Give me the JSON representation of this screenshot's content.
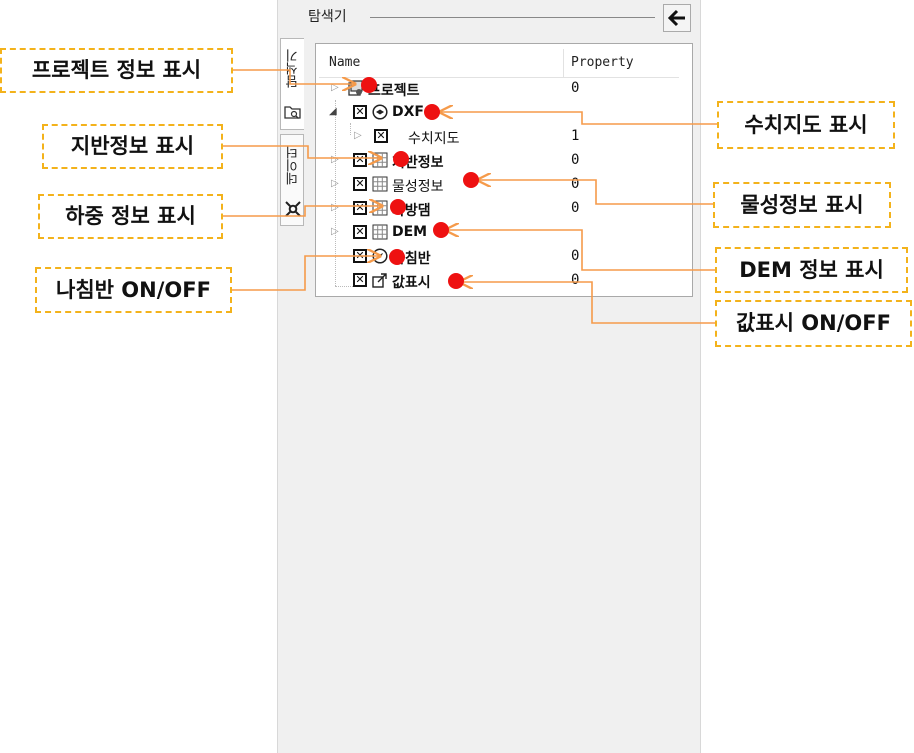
{
  "panel": {
    "title": "탐색기",
    "back_icon": "arrow-left-icon",
    "tabs": [
      {
        "label": "탐색기",
        "icon": "folder-search-icon",
        "active": true
      },
      {
        "label": "데이터",
        "icon": "network-node-icon",
        "active": false
      }
    ]
  },
  "tree": {
    "columns": [
      "Name",
      "Property"
    ],
    "rows": [
      {
        "name": "프로젝트",
        "property": "0",
        "icon": "project-icon"
      },
      {
        "name": "DXF",
        "property": "",
        "icon": "layer-icon"
      },
      {
        "name": "수치지도",
        "property": "1",
        "icon": ""
      },
      {
        "name": "지반정보",
        "property": "0",
        "icon": "grid-icon"
      },
      {
        "name": "물성정보",
        "property": "0",
        "icon": "grid-icon"
      },
      {
        "name": "사방댐",
        "property": "0",
        "icon": "grid-icon"
      },
      {
        "name": "DEM",
        "property": "",
        "icon": "grid-icon"
      },
      {
        "name": "나침반",
        "property": "0",
        "icon": "compass-icon"
      },
      {
        "name": "값표시",
        "property": "0",
        "icon": "value-display-icon"
      }
    ]
  },
  "callouts": {
    "project": "프로젝트 정보 표시",
    "ground": "지반정보 표시",
    "load": "하중 정보 표시",
    "compass": "나침반 ON/OFF",
    "digital_map": "수치지도 표시",
    "material": "물성정보 표시",
    "dem": "DEM 정보 표시",
    "value": "값표시 ON/OFF"
  },
  "colors": {
    "callout_border": "#f3b21b",
    "leader_line": "#f59a4a",
    "marker": "#ee1111"
  }
}
